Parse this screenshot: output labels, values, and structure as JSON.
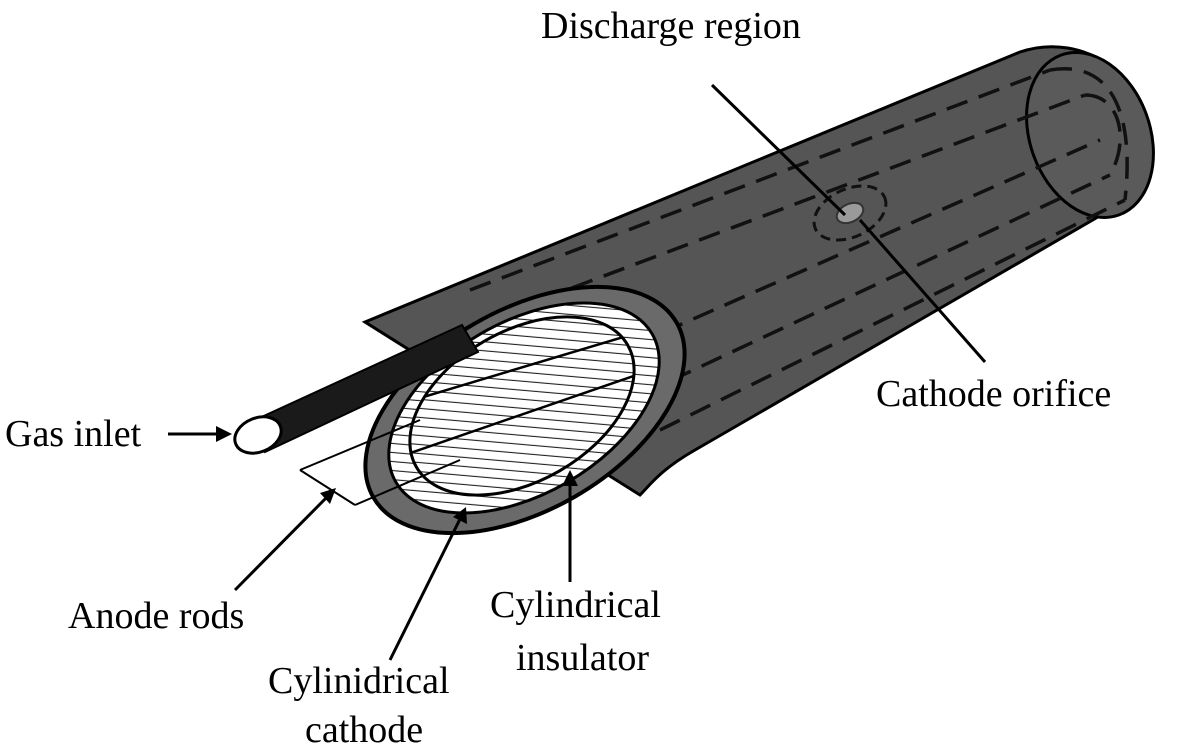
{
  "labels": {
    "discharge_region": "Discharge region",
    "cathode_orifice": "Cathode orifice",
    "gas_inlet": "Gas inlet",
    "anode_rods": "Anode rods",
    "cylindrical_insulator_line1": "Cylindrical",
    "cylindrical_insulator_line2": "insulator",
    "cylindrical_cathode_line1": "Cylinidrical",
    "cylindrical_cathode_line2": "cathode"
  },
  "colors": {
    "tube_body": "#555555",
    "tube_rim": "#6a6a6a",
    "insulator_face": "#ffffff",
    "dashed_lines": "#111111",
    "gas_inlet_tube": "#1a1a1a",
    "background": "#ffffff"
  }
}
